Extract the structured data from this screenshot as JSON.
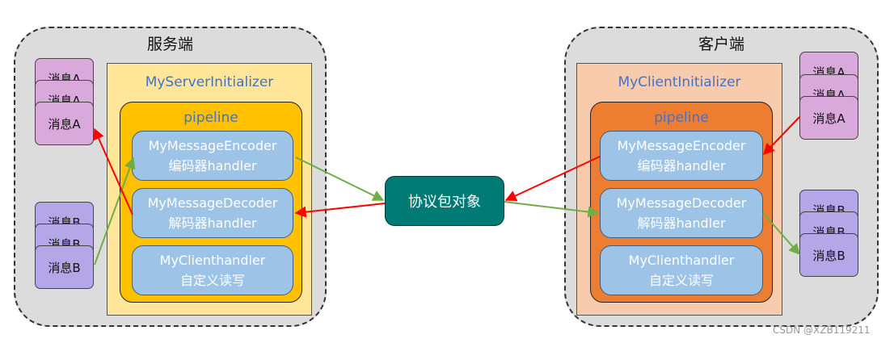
{
  "server": {
    "title": "服务端",
    "initializer": "MyServerInitializer",
    "pipeline": "pipeline",
    "encoder": {
      "line1": "MyMessageEncoder",
      "line2": "编码器handler"
    },
    "decoder": {
      "line1": "MyMessageDecoder",
      "line2": "解码器handler"
    },
    "handler": {
      "line1": "MyClienthandler",
      "line2": "自定义读写"
    },
    "msgA": "消息A",
    "msgB": "消息B"
  },
  "client": {
    "title": "客户端",
    "initializer": "MyClientInitializer",
    "pipeline": "pipeline",
    "encoder": {
      "line1": "MyMessageEncoder",
      "line2": "编码器handler"
    },
    "decoder": {
      "line1": "MyMessageDecoder",
      "line2": "解码器handler"
    },
    "handler": {
      "line1": "MyClienthandler",
      "line2": "自定义读写"
    },
    "msgA": "消息A",
    "msgB": "消息B"
  },
  "center": {
    "label": "协议包对象"
  },
  "watermark": "CSDN @XZB119211",
  "colors": {
    "server_initializer_bg": "#ffe699",
    "server_pipeline_bg": "#ffc000",
    "client_initializer_bg": "#f8cbad",
    "client_pipeline_bg": "#ed7d31",
    "handler_bg": "#9dc3e6",
    "center_bg": "#007a74",
    "red_arrow": "#ff0000",
    "green_arrow": "#70ad47"
  }
}
